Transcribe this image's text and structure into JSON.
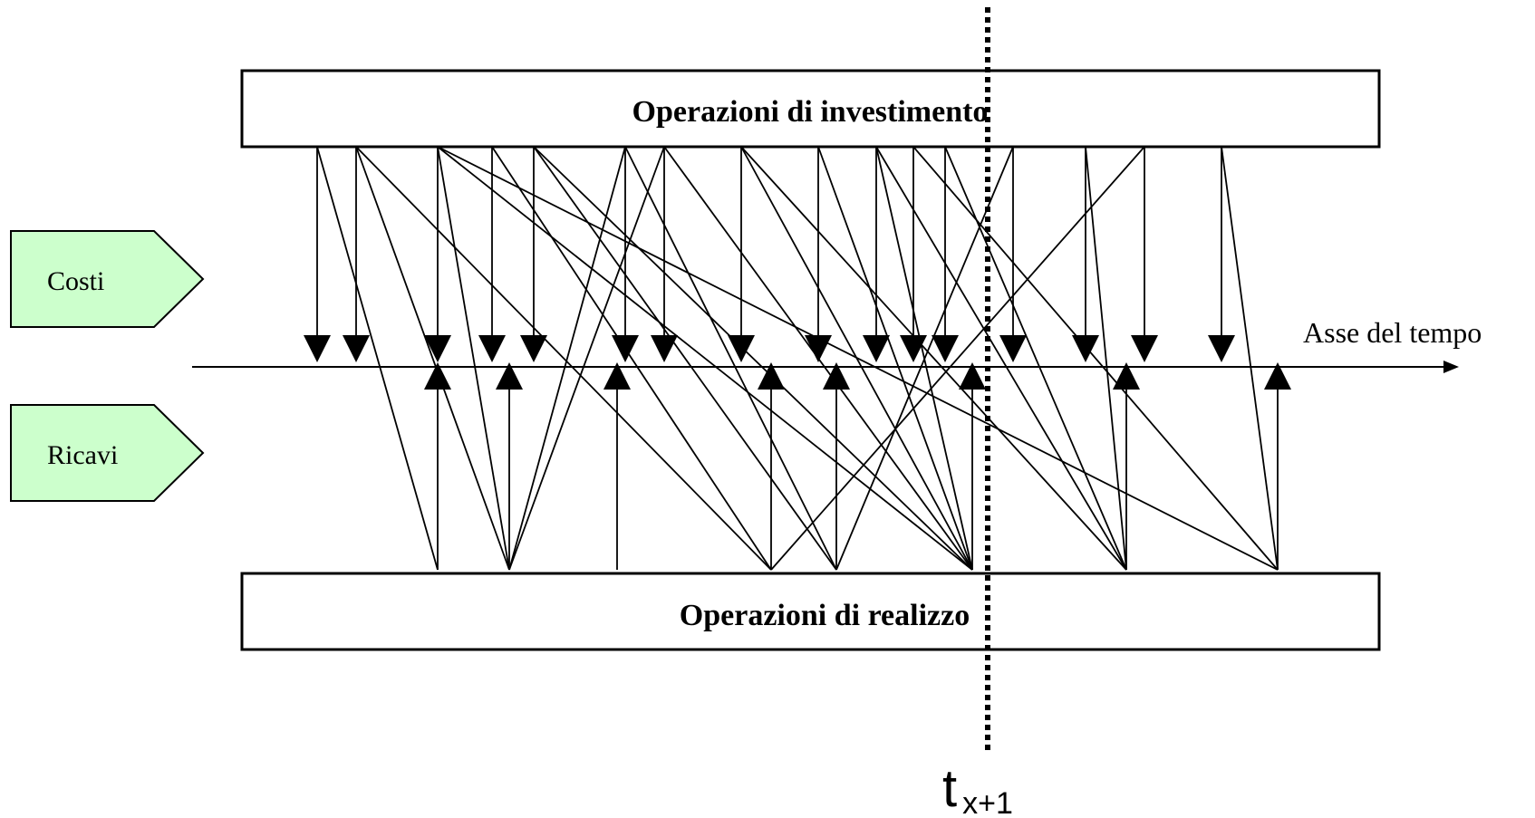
{
  "boxes": {
    "investimento": "Operazioni di investimento",
    "realizzo": "Operazioni di realizzo"
  },
  "tags": {
    "costi": "Costi",
    "ricavi": "Ricavi"
  },
  "axis": {
    "label": "Asse del tempo"
  },
  "time_marker": {
    "main": "t",
    "sub": "x+1"
  },
  "colors": {
    "tag_fill": "#ccffcc",
    "line": "#000000",
    "background": "#ffffff"
  }
}
